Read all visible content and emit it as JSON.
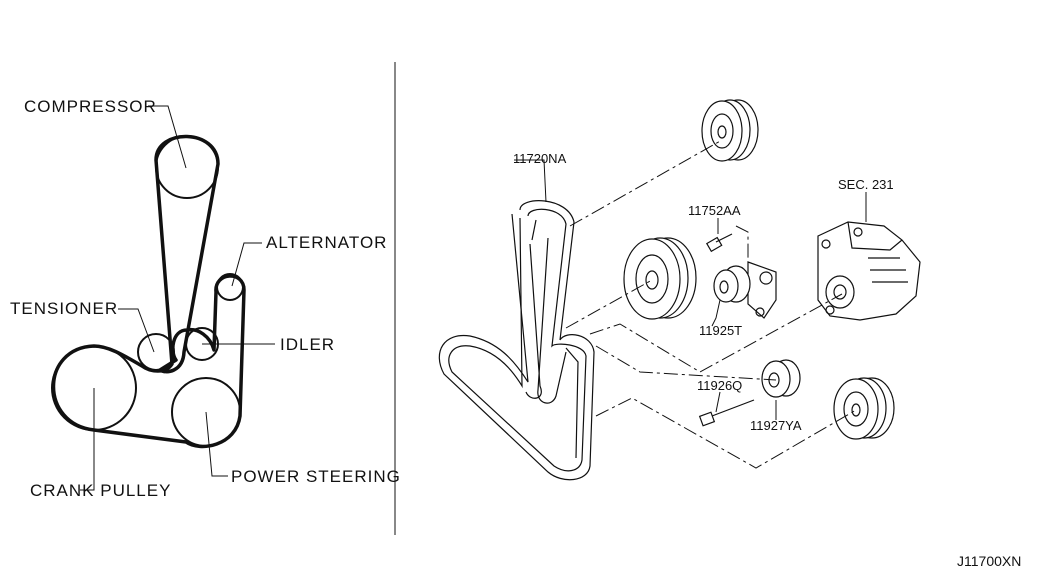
{
  "belt_layout": {
    "compressor": "COMPRESSOR",
    "alternator": "ALTERNATOR",
    "tensioner": "TENSIONER",
    "idler": "IDLER",
    "crank_pulley": "CRANK PULLEY",
    "power_steering": "POWER STEERING"
  },
  "parts": {
    "belt": "11720NA",
    "bolt_top": "11752AA",
    "section_ref": "SEC. 231",
    "tensioner": "11925T",
    "bolt_bottom": "11926Q",
    "idler_pulley": "11927YA"
  },
  "diagram_code": "J11700XN"
}
